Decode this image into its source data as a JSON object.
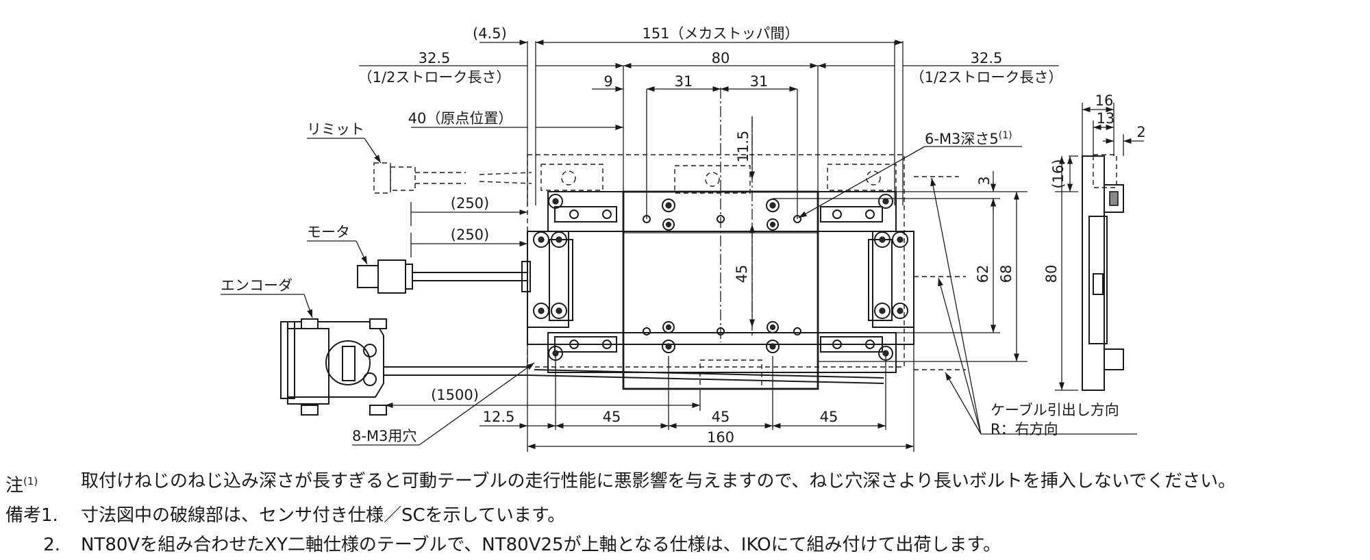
{
  "dimensions": {
    "left_note": "(4.5)",
    "mecha_stopper": "151（メカストッパ間）",
    "top_width": "80",
    "stroke_half_left": "32.5",
    "stroke_half_left_note": "（1/2ストローク長さ）",
    "stroke_half_right": "32.5",
    "stroke_half_right_note": "（1/2ストローク長さ）",
    "d9": "9",
    "d31_left": "31",
    "d31_right": "31",
    "origin": "40（原点位置）",
    "d11_5": "11.5",
    "m3_holes_top": "6-M3深さ5",
    "m3_holes_top_sup": "(1)",
    "d3": "3",
    "cable_limit": "(250)",
    "cable_motor": "(250)",
    "d45_center": "45",
    "d62": "62",
    "d68": "68",
    "cable_encoder": "(1500)",
    "m3_holes_bottom": "8-M3用穴",
    "d12_5": "12.5",
    "pitch_1": "45",
    "pitch_2": "45",
    "pitch_3": "45",
    "total_length": "160",
    "side_16": "16",
    "side_13": "13",
    "side_2": "2",
    "side_16_paren": "(16)",
    "side_80": "80"
  },
  "labels": {
    "limit": "リミット",
    "motor": "モータ",
    "encoder": "エンコーダ",
    "cable_direction": "ケーブル引出し方向",
    "cable_direction_r": "R：右方向"
  },
  "notes": [
    {
      "mark": "注",
      "sup": "(1)",
      "text": "取付けねじのねじ込み深さが長すぎると可動テーブルの走行性能に悪影響を与えますので、ねじ穴深さより長いボルトを挿入しないでください。"
    },
    {
      "mark": "備考1.",
      "sup": "",
      "text": "寸法図中の破線部は、センサ付き仕様／SCを示しています。"
    },
    {
      "mark": "2.",
      "sup": "",
      "text": "NT80Vを組み合わせたXY二軸仕様のテーブルで、NT80V25が上軸となる仕様は、IKOにて組み付けて出荷します。"
    }
  ]
}
